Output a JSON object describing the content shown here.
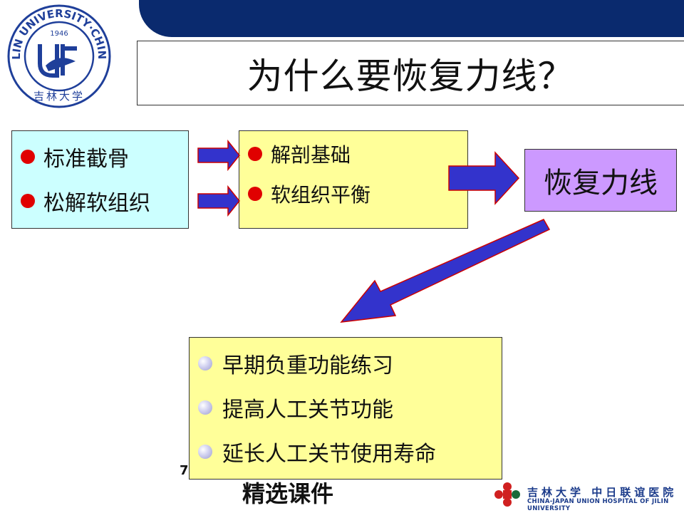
{
  "header": {
    "title": "为什么要恢复力线？",
    "banner_color": "#0a2a6e"
  },
  "logo": {
    "ring_text": "JILIN UNIVERSITY·CHINA",
    "year": "1946",
    "calligraphy": "吉林大学",
    "color": "#1f3f9a"
  },
  "flow": {
    "inputs": [
      "标准截骨",
      "松解软组织"
    ],
    "basis": [
      "解剖基础",
      "软组织平衡"
    ],
    "result": "恢复力线",
    "outcomes": [
      "早期负重功能练习",
      "提高人工关节功能",
      "延长人工关节使用寿命"
    ]
  },
  "colors": {
    "box_inputs": "#ccffff",
    "box_basis": "#ffff99",
    "box_result": "#cc99ff",
    "box_outcomes": "#ffff99",
    "arrow_fill": "#3333cc",
    "arrow_edge": "#cc0000",
    "bullet_red": "#e00000"
  },
  "page_number": "7",
  "footer": {
    "label": "精选课件",
    "hospital_cn": "吉林大学 中日联谊医院",
    "hospital_en": "CHINA-JAPAN UNION HOSPITAL OF JILIN UNIVERSITY"
  }
}
